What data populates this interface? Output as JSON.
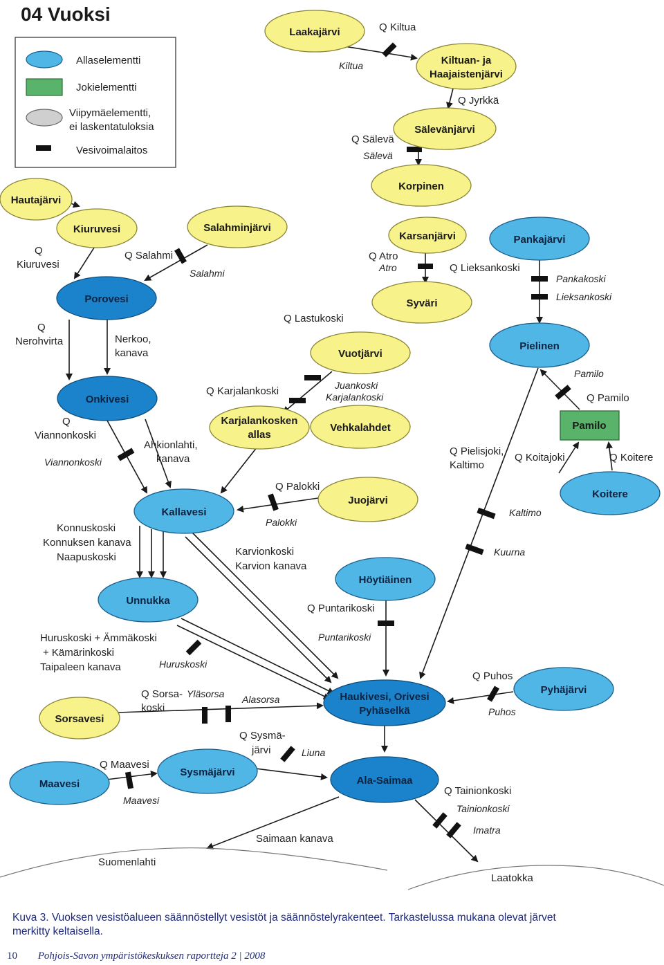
{
  "title": "04 Vuoksi",
  "legend": {
    "basin": "Allaselementti",
    "river": "Jokielementti",
    "delay": "Viipymäelementti,",
    "delay2": "ei laskentatuloksia",
    "hydro": "Vesivoimalaitos"
  },
  "colors": {
    "yellow": "#f7f28a",
    "light_blue": "#4fb6e6",
    "dark_blue": "#1a83cc",
    "green": "#5ab36a",
    "gray": "#cfcfcf",
    "sea": "#e9eef2"
  },
  "nodes": {
    "laakajarvi": "Laakajärvi",
    "kiltua1": "Kiltuan- ja",
    "kiltua2": "Haajaistenjärvi",
    "salevanjarvi": "Sälevänjärvi",
    "korpinen": "Korpinen",
    "hautajarvi": "Hautajärvi",
    "kiuruvesi": "Kiuruvesi",
    "salahminjarvi": "Salahminjärvi",
    "karsanjarvi": "Karsanjärvi",
    "pankajarvi": "Pankajärvi",
    "porovesi": "Porovesi",
    "syvari": "Syväri",
    "pielinen": "Pielinen",
    "vuotjarvi": "Vuotjärvi",
    "onkivesi": "Onkivesi",
    "karjalankoski1": "Karjalankosken",
    "karjalankoski2": "allas",
    "vehkalahdet": "Vehkalahdet",
    "pamilo": "Pamilo",
    "koitere": "Koitere",
    "kallavesi": "Kallavesi",
    "juojarvi": "Juojärvi",
    "hoytiainen": "Höytiäinen",
    "unnukka": "Unnukka",
    "haukivesi1": "Haukivesi, Orivesi",
    "haukivesi2": "Pyhäselkä",
    "pyhajarvi": "Pyhäjärvi",
    "sorsavesi": "Sorsavesi",
    "maavesi": "Maavesi",
    "sysmajarvi": "Sysmäjärvi",
    "alasaimaa": "Ala-Saimaa"
  },
  "labels": {
    "q_kiltua": "Q Kiltua",
    "kiltua_plant": "Kiltua",
    "q_jyrkka": "Q Jyrkkä",
    "q_saleva": "Q Sälevä",
    "saleva_plant": "Sälevä",
    "q_kiuruvesi_1": "Q",
    "q_kiuruvesi_2": "Kiuruvesi",
    "q_salahmi": "Q Salahmi",
    "salahmi_plant": "Salahmi",
    "q_atro": "Q Atro",
    "atro_plant": "Atro",
    "q_lieksankoski": "Q Lieksankoski",
    "pankakoski_plant": "Pankakoski",
    "lieksankoski_plant": "Lieksankoski",
    "q_nerohvirta_1": "Q",
    "q_nerohvirta_2": "Nerohvirta",
    "nerkoo_1": "Nerkoo,",
    "nerkoo_2": "kanava",
    "q_lastukoski": "Q Lastukoski",
    "q_karjalankoski": "Q Karjalankoski",
    "juankoski_plant": "Juankoski",
    "karjalankoski_plant": "Karjalankoski",
    "pamilo_plant": "Pamilo",
    "q_pamilo": "Q Pamilo",
    "q_viannonkoski_1": "Q",
    "q_viannonkoski_2": "Viannonkoski",
    "viannonkoski_plant": "Viannonkoski",
    "ahkionlahti_1": "Ahkionlahti,",
    "ahkionlahti_2": "kanava",
    "q_pielisjoki_1": "Q Pielisjoki,",
    "q_pielisjoki_2": "Kaltimo",
    "q_koitajoki": "Q Koitajoki",
    "q_koitere": "Q Koitere",
    "q_palokki": "Q Palokki",
    "palokki_plant": "Palokki",
    "kaltimo_plant": "Kaltimo",
    "konnus_1": "Konnuskoski",
    "konnus_2": "Konnuksen kanava",
    "konnus_3": "Naapuskoski",
    "karvio_1": "Karvionkoski",
    "karvio_2": "Karvion kanava",
    "kuurna_plant": "Kuurna",
    "q_puntarikoski": "Q Puntarikoski",
    "puntarikoski_plant": "Puntarikoski",
    "huruskoski_1": "Huruskoski + Ämmäkoski",
    "huruskoski_2": "+ Kämärinkoski",
    "huruskoski_3": "Taipaleen kanava",
    "huruskoski_plant": "Huruskoski",
    "q_sorsa_1": "Q Sorsa-",
    "q_sorsa_2": "koski",
    "ylasorsa_plant": "Yläsorsa",
    "alasorsa_plant": "Alasorsa",
    "q_puhos": "Q Puhos",
    "puhos_plant": "Puhos",
    "q_sysma_1": "Q Sysmä-",
    "q_sysma_2": "järvi",
    "liuna_plant": "Liuna",
    "q_maavesi": "Q Maavesi",
    "maavesi_plant": "Maavesi",
    "q_tainionkoski": "Q Tainionkoski",
    "tainionkoski_plant": "Tainionkoski",
    "imatra_plant": "Imatra",
    "saimaan_kanava": "Saimaan kanava",
    "suomenlahti": "Suomenlahti",
    "laatokka": "Laatokka"
  },
  "caption": {
    "line1": "Kuva 3. Vuoksen vesistöalueen säännöstellyt vesistöt ja säännöstelyrakenteet. Tarkastelussa mukana olevat järvet",
    "line2": "merkitty keltaisella."
  },
  "footer": {
    "page_number": "10",
    "publication": "Pohjois-Savon ympäristökeskuksen raportteja 2 | 2008"
  }
}
